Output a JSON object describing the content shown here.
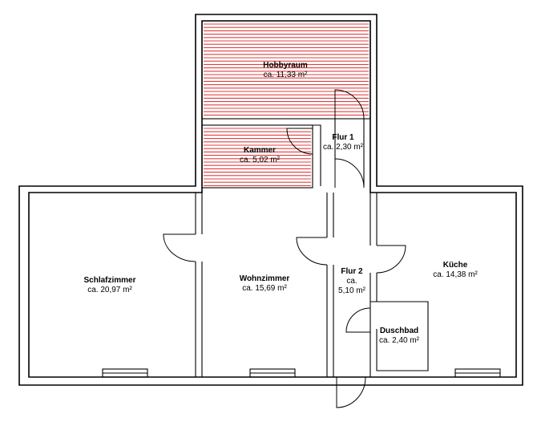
{
  "rooms": {
    "hobbyraum": {
      "name": "Hobbyraum",
      "area": "ca. 11,33 m²"
    },
    "kammer": {
      "name": "Kammer",
      "area": "ca. 5,02 m²"
    },
    "flur1": {
      "name": "Flur 1",
      "area": "ca. 2,30 m²"
    },
    "schlafzimmer": {
      "name": "Schlafzimmer",
      "area": "ca. 20,97 m²"
    },
    "wohnzimmer": {
      "name": "Wohnzimmer",
      "area": "ca. 15,69 m²"
    },
    "flur2": {
      "name": "Flur 2",
      "area_line1": "ca.",
      "area_line2": "5,10 m²"
    },
    "kueche": {
      "name": "Küche",
      "area": "ca. 14,38 m²"
    },
    "duschbad": {
      "name": "Duschbad",
      "area": "ca. 2,40 m²"
    }
  },
  "colors": {
    "hatch": "#e04040",
    "walls": "#000000"
  }
}
